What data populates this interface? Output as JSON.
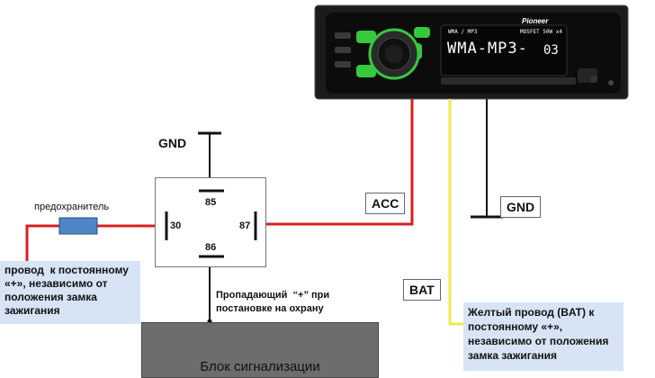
{
  "labels": {
    "gnd_top": "GND",
    "fuse": "предохранитель",
    "acc": "ACC",
    "gnd_right": "GND",
    "bat": "BAT",
    "pin_85": "85",
    "pin_30": "30",
    "pin_87": "87",
    "pin_86": "86",
    "plus_note": "Пропадающий  “+” при\nпостановке на охрану",
    "alarm_block": "Блок сигнализации"
  },
  "notes": {
    "left": "провод  к постоянному\n«+», независимо от\nположения замка\nзажигания",
    "right": "Желтый провод (BAT) к\nпостоянному «+»,\nнезависимо от положения\nзамка зажигания"
  },
  "head_unit": {
    "brand": "Pioneer",
    "display_main": "WMA-MP3-",
    "track": "03",
    "display_small": "WMA / MP3",
    "model": "MOSFET 50W x4"
  },
  "colors": {
    "positive_wire": "#d42020",
    "bat_wire": "#f2e84a",
    "ground_wire": "#111111",
    "note_bg": "#d6e4f5",
    "fuse": "#4f86c6",
    "alarm_box": "#6d6d6d",
    "button_green": "#35c93c"
  }
}
